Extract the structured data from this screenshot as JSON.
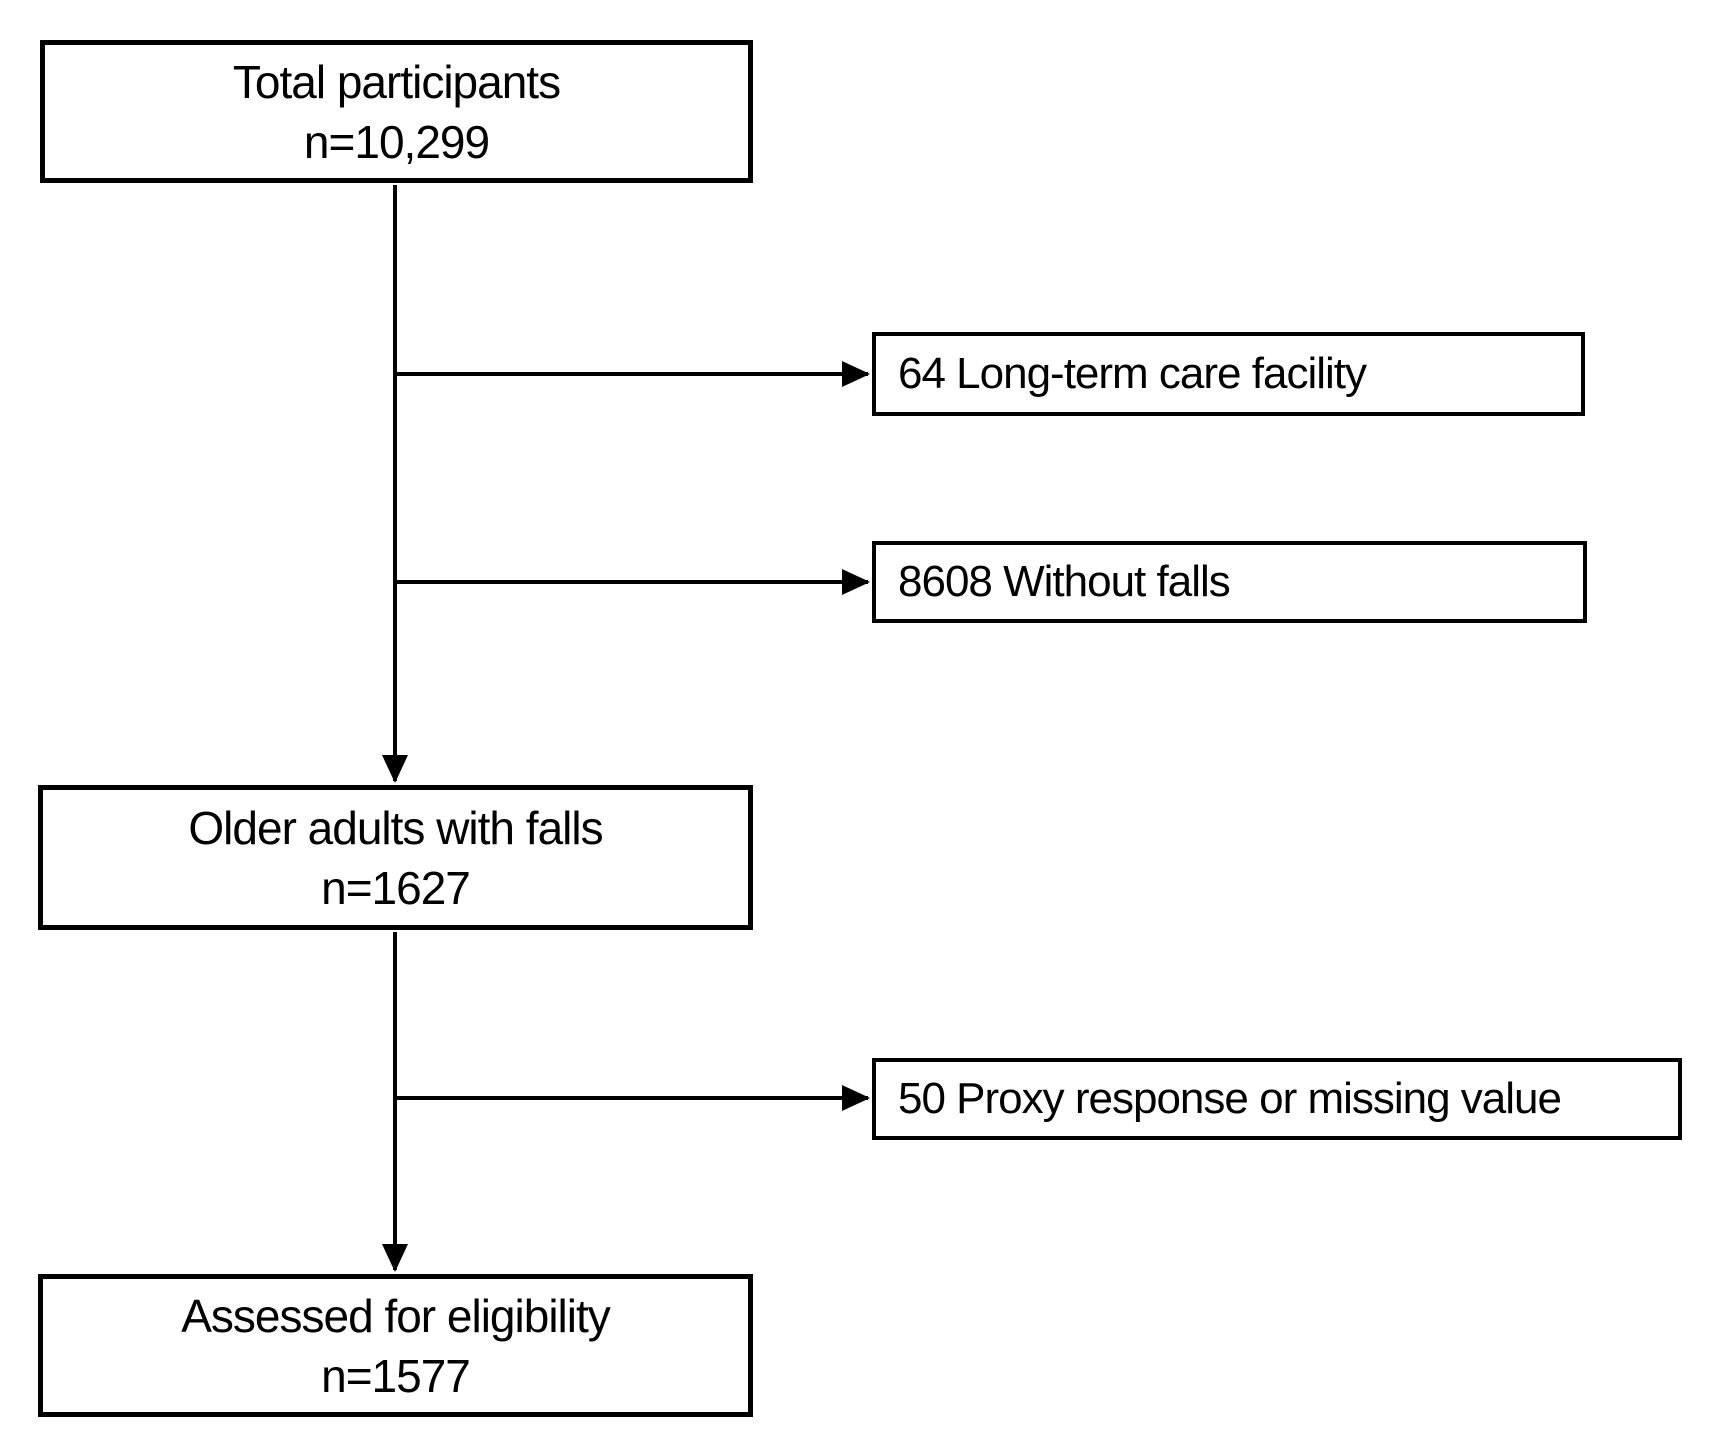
{
  "style": {
    "background": "#ffffff",
    "box_fill": "#ffffff",
    "line_color": "#000000",
    "text_color": "#000000"
  },
  "flowchart": {
    "type": "participant-flow-diagram",
    "total": {
      "title": "Total participants",
      "count": "n=10,299"
    },
    "long_term_care": {
      "label": "64 Long-term care facility"
    },
    "without_falls": {
      "label": "8608 Without falls"
    },
    "older_adults_with_falls": {
      "title": "Older adults with falls",
      "count": "n=1627"
    },
    "proxy_or_missing": {
      "label": "50 Proxy response or missing value"
    },
    "assessed_eligibility": {
      "title": "Assessed for eligibility",
      "count": "n=1577"
    },
    "edges": [
      {
        "from": "total",
        "to": "older_adults_with_falls",
        "type": "arrow-down"
      },
      {
        "from": "total",
        "to": "long_term_care",
        "type": "arrow-right-exclusion"
      },
      {
        "from": "total",
        "to": "without_falls",
        "type": "arrow-right-exclusion"
      },
      {
        "from": "older_adults_with_falls",
        "to": "assessed_eligibility",
        "type": "arrow-down"
      },
      {
        "from": "older_adults_with_falls",
        "to": "proxy_or_missing",
        "type": "arrow-right-exclusion"
      }
    ]
  }
}
